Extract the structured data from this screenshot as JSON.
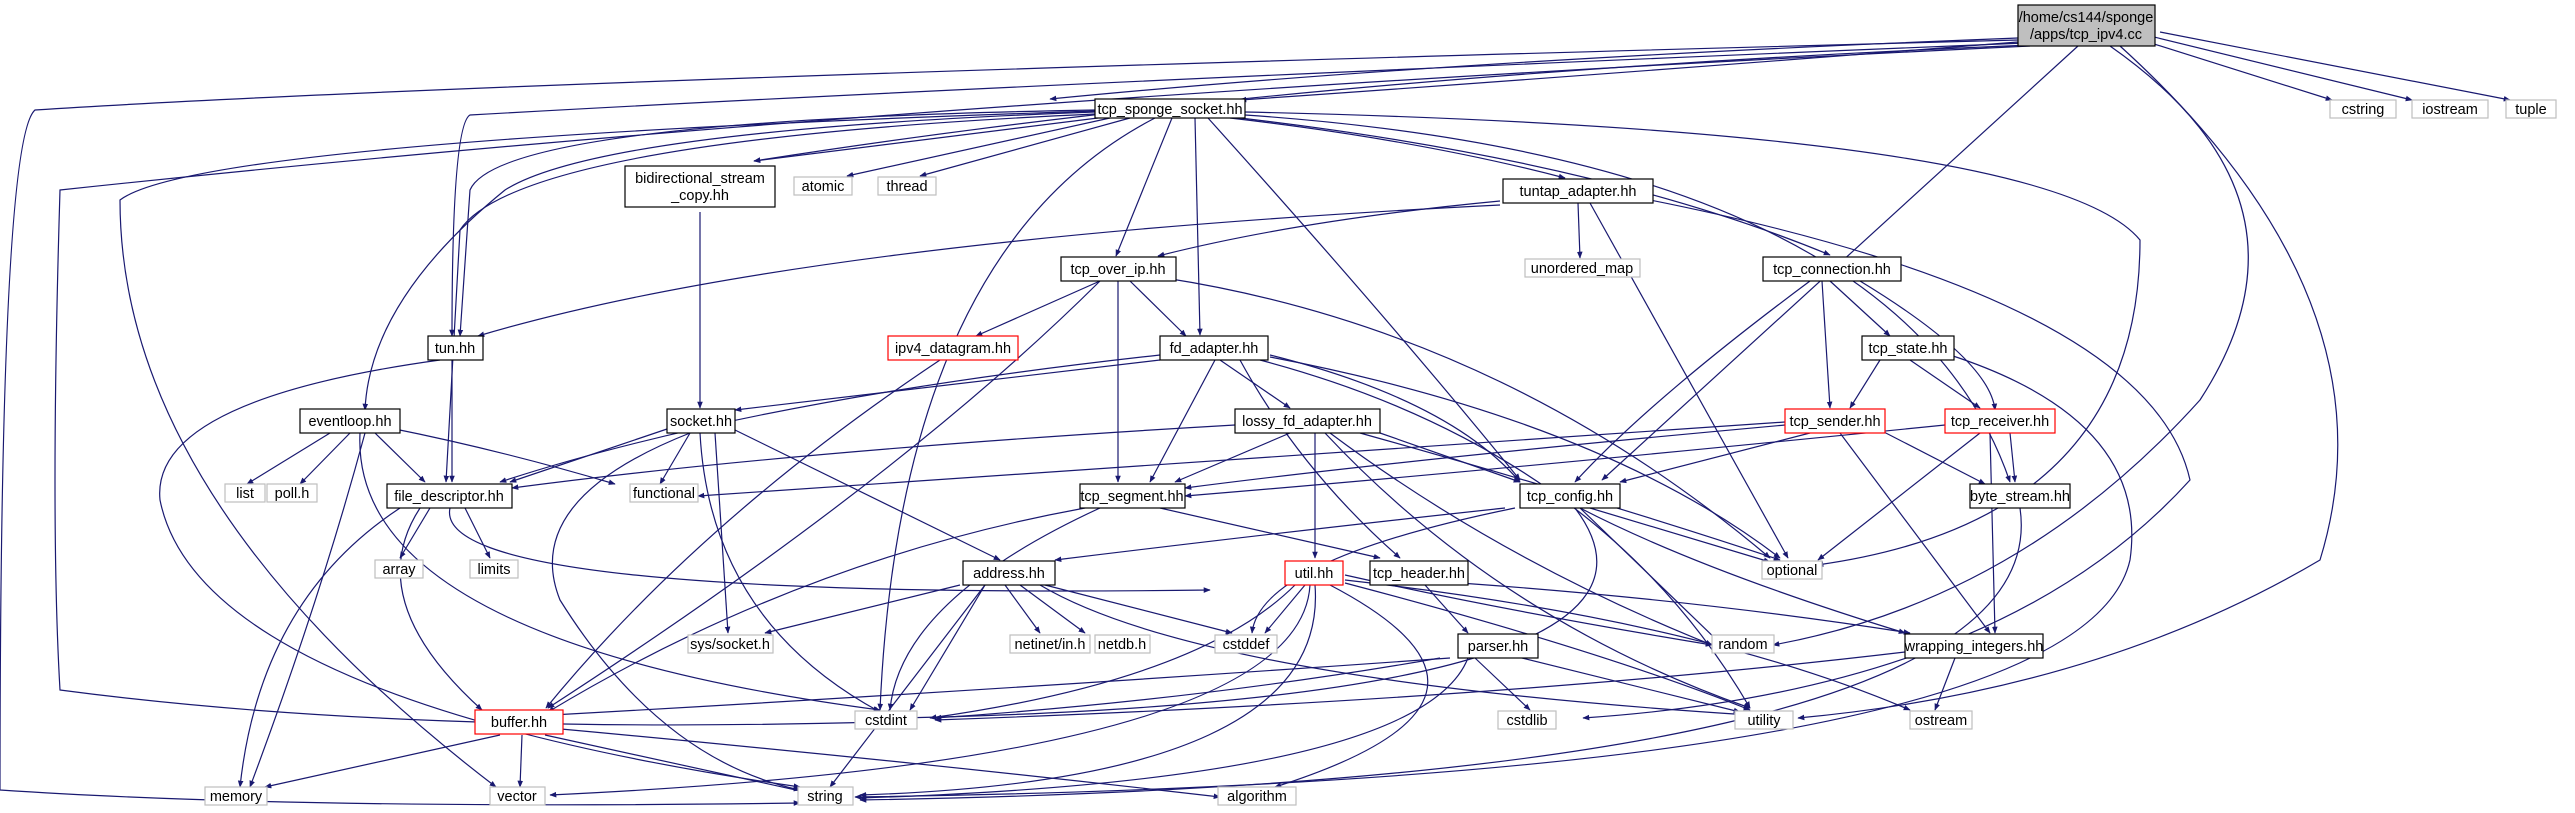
{
  "graph": {
    "root": {
      "label_line1": "/home/cs144/sponge",
      "label_line2": "/apps/tcp_ipv4.cc"
    },
    "nodes": {
      "tcp_sponge_socket": "tcp_sponge_socket.hh",
      "bidirectional_line1": "bidirectional_stream",
      "bidirectional_line2": "_copy.hh",
      "atomic": "atomic",
      "thread": "thread",
      "tuntap_adapter": "tuntap_adapter.hh",
      "unordered_map": "unordered_map",
      "tcp_over_ip": "tcp_over_ip.hh",
      "ipv4_datagram": "ipv4_datagram.hh",
      "fd_adapter": "fd_adapter.hh",
      "tun": "tun.hh",
      "eventloop": "eventloop.hh",
      "list": "list",
      "poll": "poll.h",
      "socket": "socket.hh",
      "functional": "functional",
      "lossy_fd_adapter": "lossy_fd_adapter.hh",
      "file_descriptor": "file_descriptor.hh",
      "array": "array",
      "limits": "limits",
      "tcp_segment": "tcp_segment.hh",
      "tcp_config": "tcp_config.hh",
      "tcp_connection": "tcp_connection.hh",
      "tcp_state": "tcp_state.hh",
      "tcp_sender": "tcp_sender.hh",
      "tcp_receiver": "tcp_receiver.hh",
      "byte_stream": "byte_stream.hh",
      "optional": "optional",
      "address": "address.hh",
      "util": "util.hh",
      "tcp_header": "tcp_header.hh",
      "sys_socket": "sys/socket.h",
      "netinet_in": "netinet/in.h",
      "netdb": "netdb.h",
      "cstddef": "cstddef",
      "random": "random",
      "parser": "parser.hh",
      "wrapping_integers": "wrapping_integers.hh",
      "buffer": "buffer.hh",
      "cstdint": "cstdint",
      "cstdlib": "cstdlib",
      "utility": "utility",
      "ostream": "ostream",
      "memory": "memory",
      "vector": "vector",
      "string": "string",
      "algorithm": "algorithm",
      "cstring": "cstring",
      "iostream": "iostream",
      "tuple": "tuple"
    }
  },
  "colors": {
    "edge": "#191970",
    "root_fill": "#bfbfbf",
    "node_border": "#000000",
    "truncated_border": "#ff0000",
    "system_border": "#bfbfbf"
  }
}
